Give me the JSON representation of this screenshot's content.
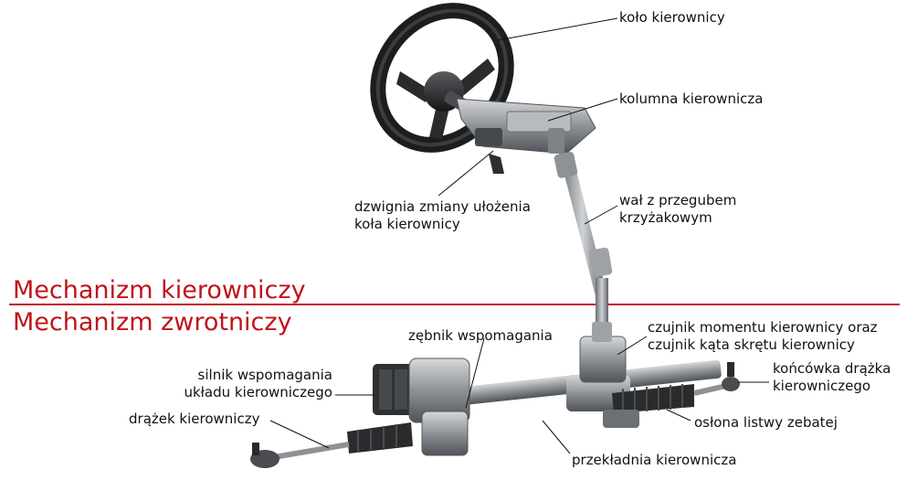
{
  "sections": {
    "top": "Mechanizm kierowniczy",
    "bottom": "Mechanizm zwrotniczy",
    "color": "#c0141c"
  },
  "labels": {
    "kolo": "koło kierownicy",
    "kolumna": "kolumna kierownicza",
    "dzwignia": [
      "dzwignia zmiany ułożenia",
      "koła kierownicy"
    ],
    "wal": [
      "wał z przegubem",
      "krzyżakowym"
    ],
    "czujnik": [
      "czujnik momentu kierownicy oraz",
      "czujnik kąta skrętu kierownicy"
    ],
    "zebnik": "zębnik wspomagania",
    "silnik": [
      "silnik wspomagania",
      "układu kierowniczego"
    ],
    "koncowka": [
      "końcówka drążka",
      "kierowniczego"
    ],
    "drazek": "drążek kierowniczy",
    "oslona": "osłona listwy zebatej",
    "przekladnia": "przekładnia kierownicza"
  }
}
